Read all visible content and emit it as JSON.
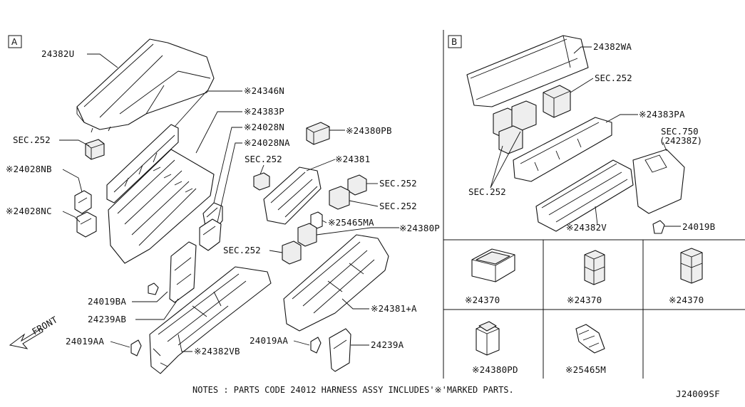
{
  "section_a_label": "A",
  "section_b_label": "B",
  "front_label": "FRONT",
  "notes": "NOTES : PARTS CODE 24012 HARNESS ASSY INCLUDES'※'MARKED PARTS.",
  "diagram_code": "J24009SF",
  "labels_a": {
    "p24382U": "24382U",
    "p24346N": "※24346N",
    "p24383P": "※24383P",
    "p24028N": "※24028N",
    "p24028NA": "※24028NA",
    "p24380PB": "※24380PB",
    "sec252_a1": "SEC.252",
    "sec252_a2": "SEC.252",
    "p24381": "※24381",
    "sec252_a3": "SEC.252",
    "sec252_a4": "SEC.252",
    "p24028NB": "※24028NB",
    "p24028NC": "※24028NC",
    "p25465MA": "※25465MA",
    "p24380P": "※24380P",
    "sec252_a5": "SEC.252",
    "p24019BA": "24019BA",
    "p24239AB": "24239AB",
    "p24381A": "※24381+A",
    "p24019AA_1": "24019AA",
    "p24019AA_2": "24019AA",
    "p24382VB": "※24382VB",
    "p24239A": "24239A"
  },
  "labels_b": {
    "p24382WA": "24382WA",
    "sec252_b1": "SEC.252",
    "p24383PA": "※24383PA",
    "sec750": "SEC.750",
    "p24238Z": "(24238Z)",
    "sec252_b2": "SEC.252",
    "p24382V": "※24382V",
    "p24019B": "24019B"
  },
  "grid_labels": {
    "c1": "※24370",
    "c2": "※24370",
    "c3": "※24370",
    "c4": "※24380PD",
    "c5": "※25465M"
  }
}
